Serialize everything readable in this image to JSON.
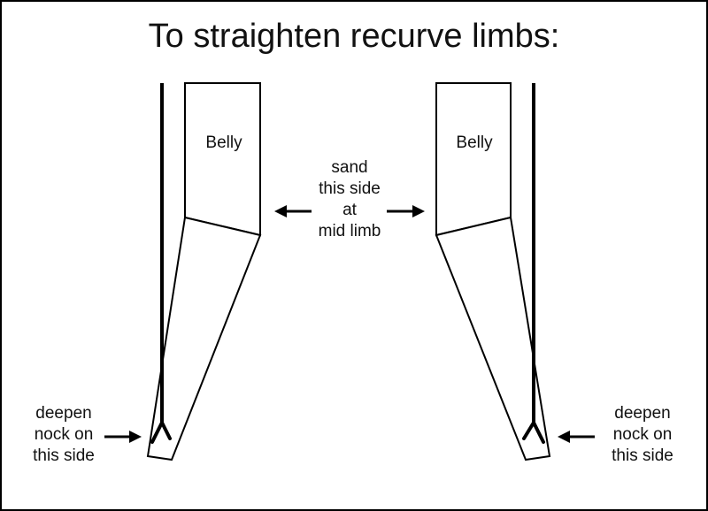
{
  "title": "To straighten recurve limbs:",
  "left_limb": {
    "belly_label": "Belly"
  },
  "right_limb": {
    "belly_label": "Belly"
  },
  "center_note": {
    "lines": [
      "sand",
      "this side",
      "at",
      "mid limb"
    ]
  },
  "left_note": {
    "lines": [
      "deepen",
      "nock on",
      "this side"
    ]
  },
  "right_note": {
    "lines": [
      "deepen",
      "nock on",
      "this side"
    ]
  }
}
